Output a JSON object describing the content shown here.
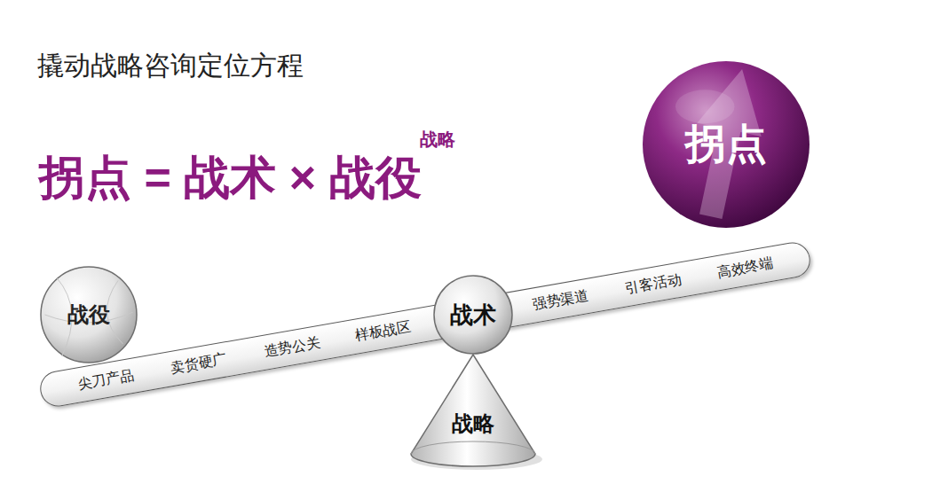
{
  "diagram": {
    "title": "撬动战略咨询定位方程",
    "nodes": [
      {
        "text": [
          "拐点"
        ]
      },
      {
        "text": [
          "战役"
        ]
      },
      {
        "text": [
          "尖刀产品",
          "卖货硬广",
          "造势公关",
          "样板战区",
          "强势渠道",
          "引客活动",
          "高效终端"
        ]
      },
      {
        "text": [
          "战术"
        ]
      },
      {
        "text": [
          "战略"
        ]
      }
    ],
    "labels": [
      "拐点 = 战术 × 战役",
      "战略"
    ]
  }
}
